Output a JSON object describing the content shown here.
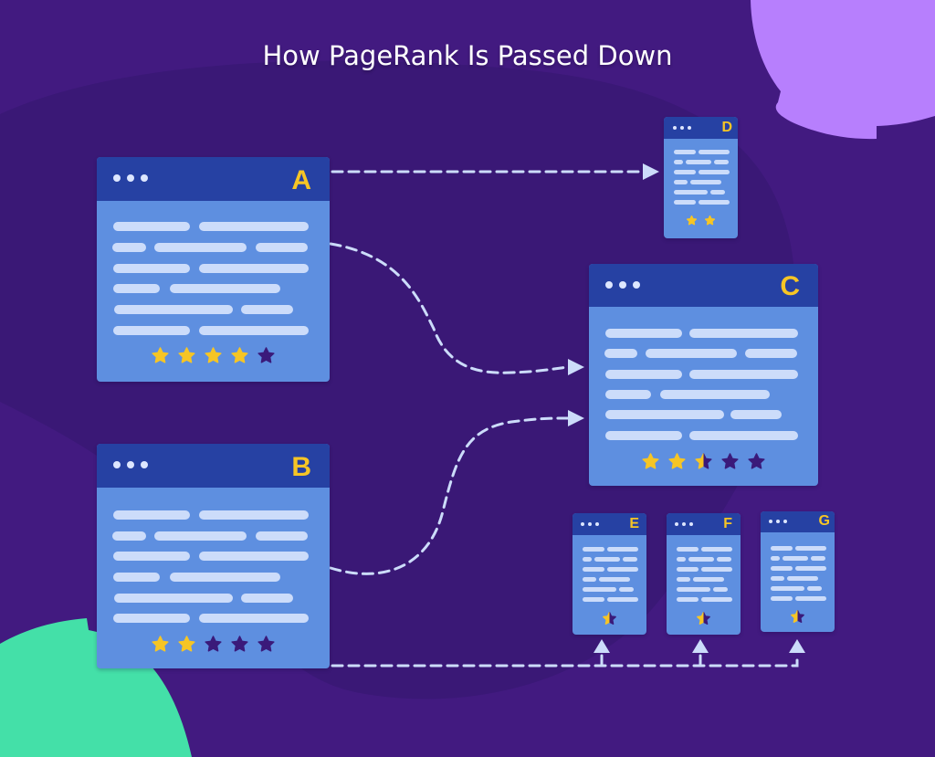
{
  "title": "How PageRank Is Passed Down",
  "colors": {
    "background": "#421a80",
    "background_blob": "#3a1876",
    "accent_purple": "#b77ffd",
    "accent_green": "#44e0a8",
    "page_body": "#5e8fe0",
    "page_header": "#2641a3",
    "text_line": "#ccdcfa",
    "star_filled": "#f6c525",
    "star_empty": "#3a1a7a",
    "arrow": "#ccdcfa"
  },
  "pages": [
    {
      "id": "A",
      "label": "A",
      "rating": 4,
      "rating_max": 5,
      "star_icons": [
        "star-filled",
        "star-filled",
        "star-filled",
        "star-filled",
        "star-empty"
      ]
    },
    {
      "id": "B",
      "label": "B",
      "rating": 2,
      "rating_max": 5,
      "star_icons": [
        "star-filled",
        "star-filled",
        "star-empty",
        "star-empty",
        "star-empty"
      ]
    },
    {
      "id": "C",
      "label": "C",
      "rating": 2.5,
      "rating_max": 5,
      "star_icons": [
        "star-filled",
        "star-filled",
        "star-half",
        "star-empty",
        "star-empty"
      ]
    },
    {
      "id": "D",
      "label": "D",
      "rating": 2,
      "star_icons": [
        "star-filled",
        "star-filled"
      ]
    },
    {
      "id": "E",
      "label": "E",
      "rating": 0.5,
      "star_icons": [
        "star-half"
      ]
    },
    {
      "id": "F",
      "label": "F",
      "rating": 0.5,
      "star_icons": [
        "star-half"
      ]
    },
    {
      "id": "G",
      "label": "G",
      "rating": 0.5,
      "star_icons": [
        "star-half"
      ]
    }
  ],
  "links": [
    {
      "from": "A",
      "to": "D",
      "style": "dashed-straight"
    },
    {
      "from": "A",
      "to": "C",
      "style": "dashed-curve"
    },
    {
      "from": "B",
      "to": "C",
      "style": "dashed-curve"
    },
    {
      "from": "B",
      "to": "E",
      "style": "dashed-elbow"
    },
    {
      "from": "B",
      "to": "F",
      "style": "dashed-elbow"
    },
    {
      "from": "B",
      "to": "G",
      "style": "dashed-elbow"
    }
  ]
}
